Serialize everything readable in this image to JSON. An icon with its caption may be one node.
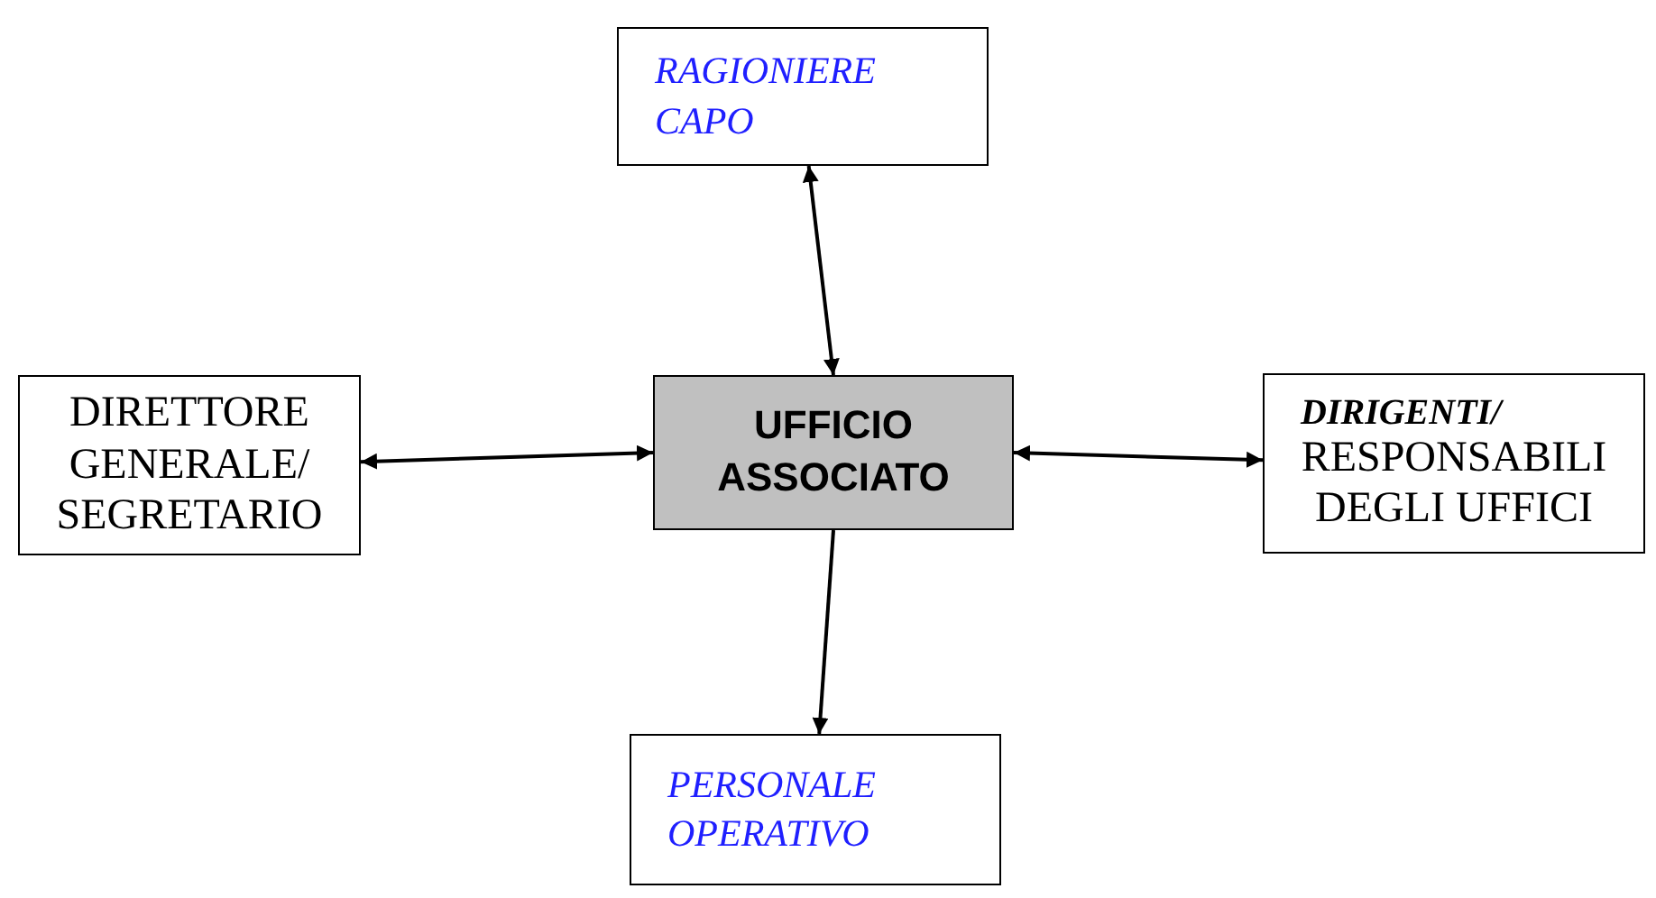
{
  "diagram": {
    "nodes": [
      {
        "text": [
          "RAGIONIERE CAPO"
        ]
      },
      {
        "text": [
          "DIRETTORE GENERALE/ SEGRETARIO"
        ]
      },
      {
        "text": [
          "UFFICIO ASSOCIATO"
        ]
      },
      {
        "text": [
          "DIRIGENTI/",
          "RESPONSABILI DEGLI UFFICI"
        ]
      },
      {
        "text": [
          "PERSONALE OPERATIVO"
        ]
      }
    ],
    "edges": [
      {
        "from": 2,
        "to": 0,
        "arrow": "both"
      },
      {
        "from": 1,
        "to": 2,
        "arrow": "both"
      },
      {
        "from": 2,
        "to": 3,
        "arrow": "both"
      },
      {
        "from": 2,
        "to": 4,
        "arrow": "to"
      }
    ]
  }
}
